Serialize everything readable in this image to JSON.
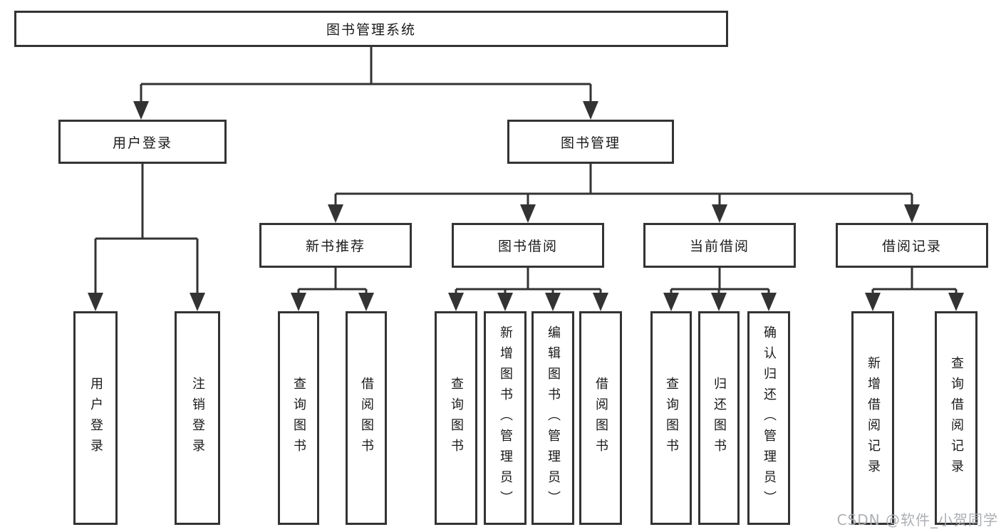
{
  "tree": {
    "label": "图书管理系统",
    "children": [
      {
        "label": "用户登录",
        "children": [
          {
            "label": "用户登录"
          },
          {
            "label": "注销登录"
          }
        ]
      },
      {
        "label": "图书管理",
        "children": [
          {
            "label": "新书推荐",
            "children": [
              {
                "label": "查询图书"
              },
              {
                "label": "借阅图书"
              }
            ]
          },
          {
            "label": "图书借阅",
            "children": [
              {
                "label": "查询图书"
              },
              {
                "label": "新增图书（管理员）"
              },
              {
                "label": "编辑图书（管理员）"
              },
              {
                "label": "借阅图书"
              }
            ]
          },
          {
            "label": "当前借阅",
            "children": [
              {
                "label": "查询图书"
              },
              {
                "label": "归还图书"
              },
              {
                "label": "确认归还（管理员）"
              }
            ]
          },
          {
            "label": "借阅记录",
            "children": [
              {
                "label": "新增借阅记录"
              },
              {
                "label": "查询借阅记录"
              }
            ]
          }
        ]
      }
    ]
  },
  "watermark": {
    "text": "CSDN @软件_小贺同学"
  },
  "colors": {
    "line": "#333333",
    "box_border": "#333333",
    "box_fill": "#ffffff",
    "text": "#1a1a1a",
    "watermark": "#a8abaf"
  }
}
